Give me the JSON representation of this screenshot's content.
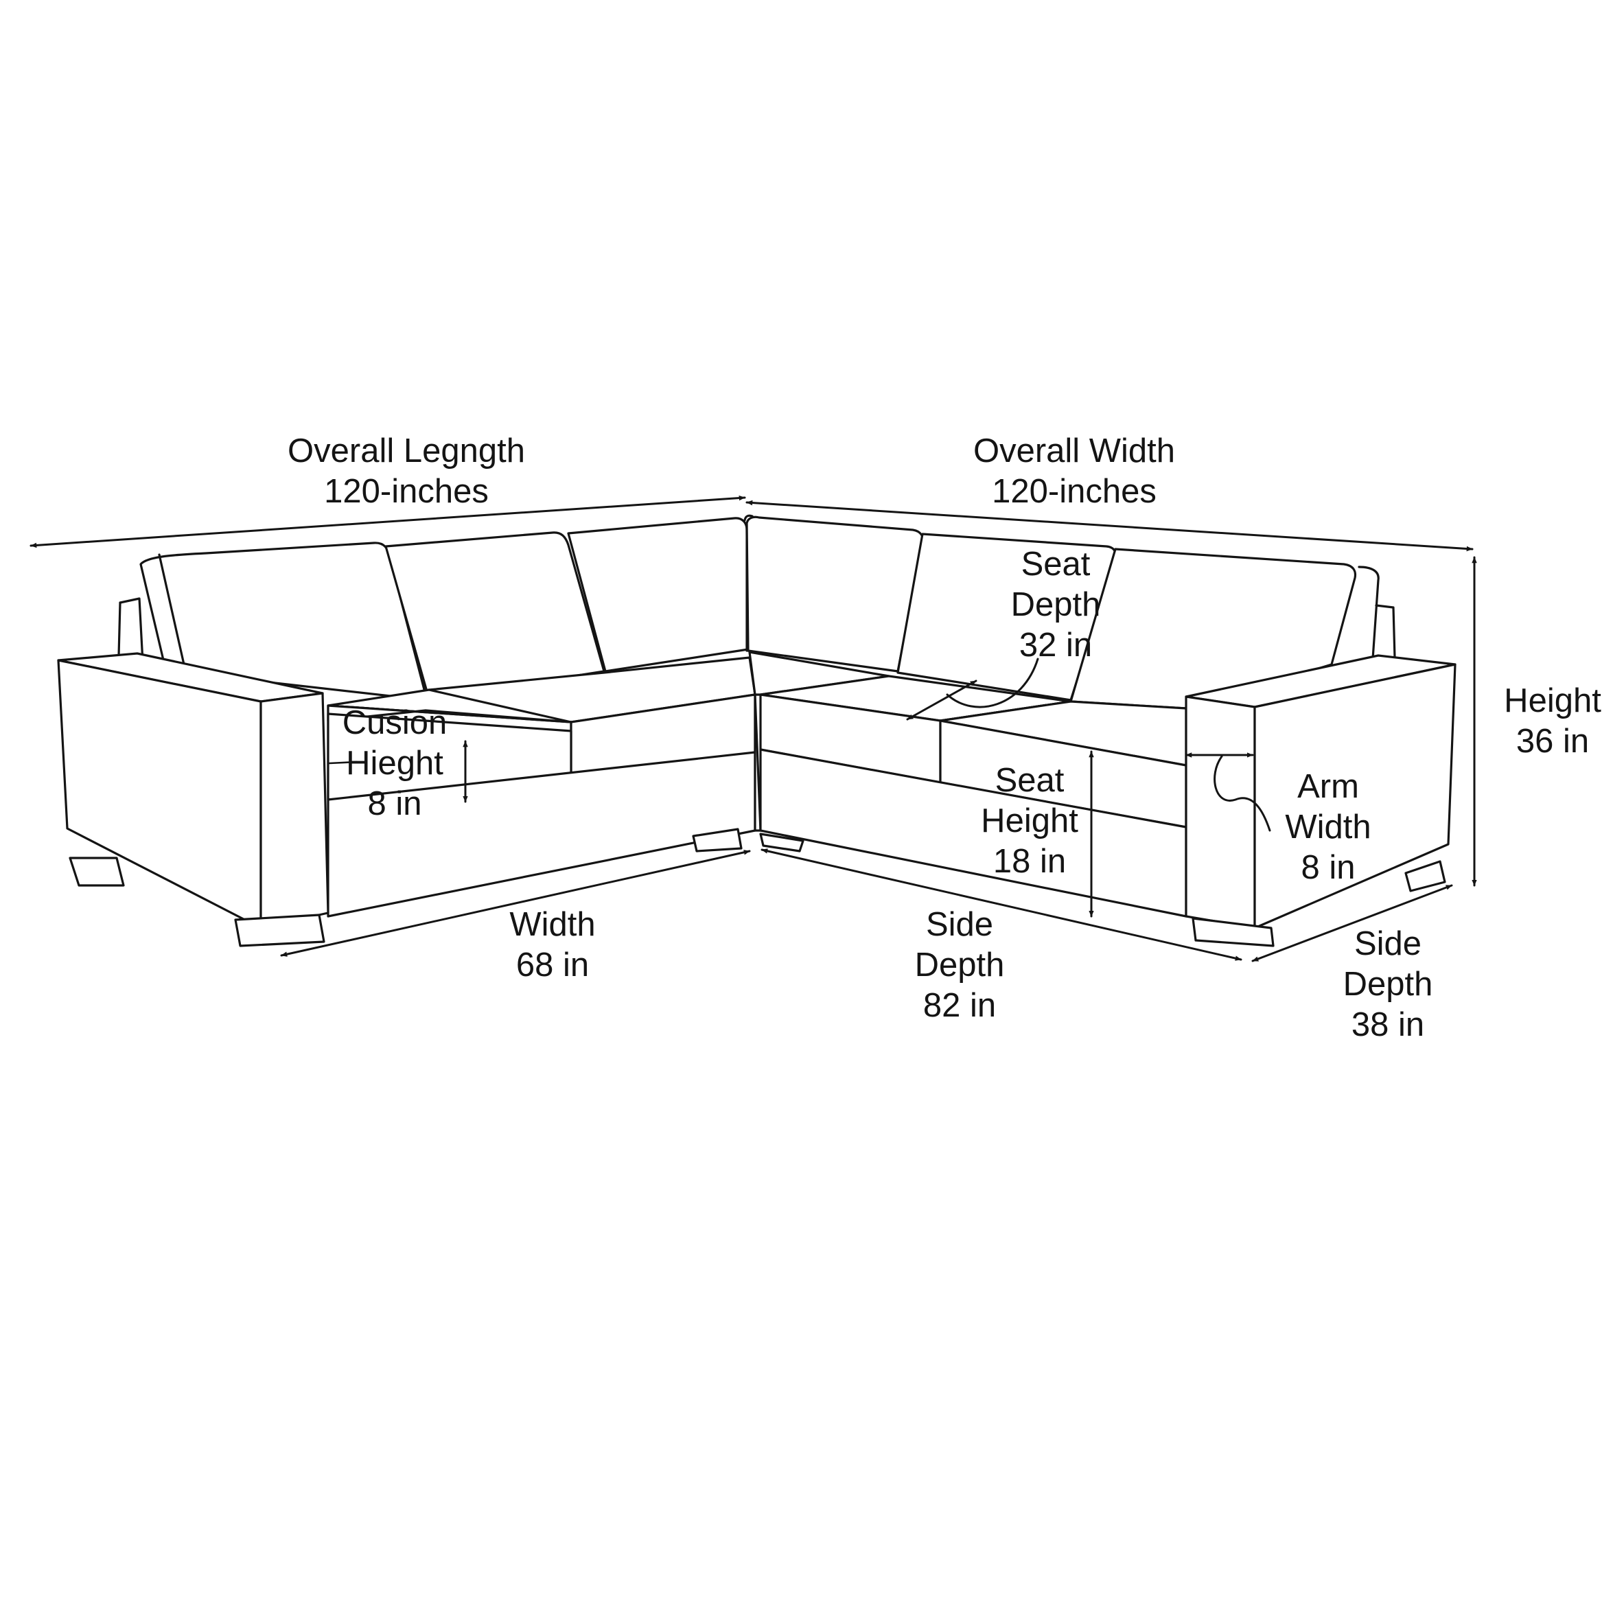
{
  "colors": {
    "line": "#141414",
    "background": "#ffffff"
  },
  "labels": {
    "overall_length": {
      "title": "Overall Legngth",
      "value": "120-inches"
    },
    "overall_width": {
      "title": "Overall Width",
      "value": "120-inches"
    },
    "seat_depth": {
      "line1": "Seat",
      "line2": "Depth",
      "value": "32 in"
    },
    "height": {
      "title": "Height",
      "value": "36 in"
    },
    "cushion_height": {
      "line1": "Cusion",
      "line2": "Hieght",
      "value": "8 in"
    },
    "seat_height": {
      "line1": "Seat",
      "line2": "Height",
      "value": "18 in"
    },
    "arm_width": {
      "line1": "Arm",
      "line2": "Width",
      "value": "8 in"
    },
    "width": {
      "title": "Width",
      "value": "68 in"
    },
    "side_depth_82": {
      "line1": "Side",
      "line2": "Depth",
      "value": "82 in"
    },
    "side_depth_38": {
      "line1": "Side",
      "line2": "Depth",
      "value": "38 in"
    }
  }
}
